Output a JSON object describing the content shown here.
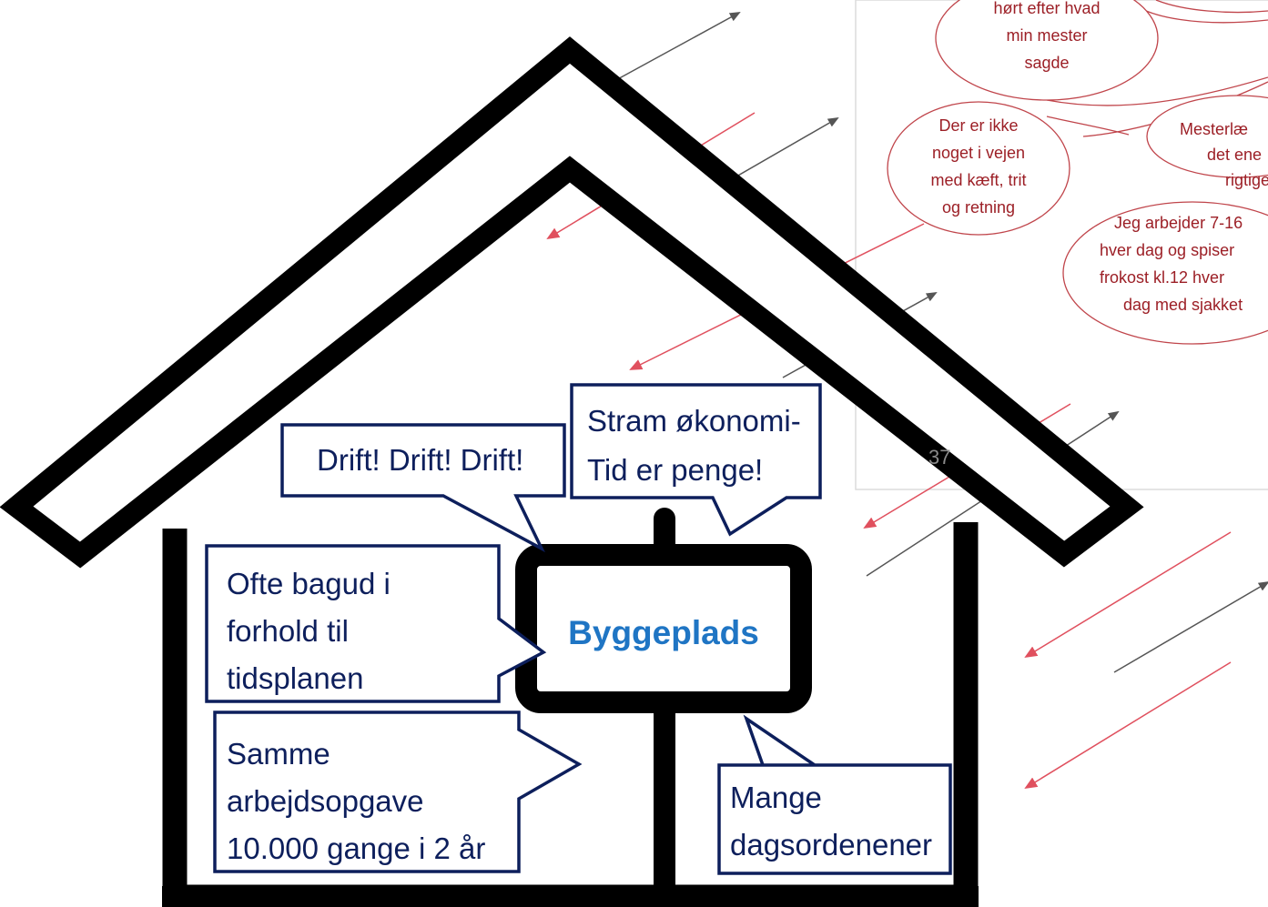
{
  "background_page": {
    "bubbles": [
      {
        "lines": [
          "hørt efter hvad",
          "min mester",
          "sagde"
        ]
      },
      {
        "lines": [
          "Der er ikke",
          "noget i vejen",
          "med kæft, trit",
          "og retning"
        ]
      },
      {
        "lines": [
          "Mesterlæ",
          "det ene",
          "rigtige"
        ]
      },
      {
        "lines": [
          "Jeg arbejder 7-16",
          "hver dag og spiser",
          "frokost kl.12 hver",
          "dag med sjakket"
        ]
      }
    ],
    "page_number": "37"
  },
  "sign": {
    "label": "Byggeplads"
  },
  "callouts": {
    "drift": {
      "lines": [
        "Drift! Drift! Drift!"
      ]
    },
    "economy": {
      "lines": [
        "Stram økonomi-",
        "Tid er penge!"
      ]
    },
    "behind": {
      "lines": [
        "Ofte bagud  i",
        "forhold til",
        "tidsplanen"
      ]
    },
    "same_task": {
      "lines": [
        "Samme",
        "arbejdsopgave",
        "10.000 gange  i 2 år"
      ]
    },
    "agendas": {
      "lines": [
        "Mange",
        "dagsordenener"
      ]
    }
  },
  "colors": {
    "house_outline": "#000000",
    "callout_border": "#0d1f5c",
    "callout_text": "#0d1f5c",
    "sign_text": "#1f75c4",
    "thought_border": "#c0454b",
    "thought_text": "#9c1f26",
    "arrow_dark": "#555555",
    "arrow_red": "#e0505e"
  }
}
